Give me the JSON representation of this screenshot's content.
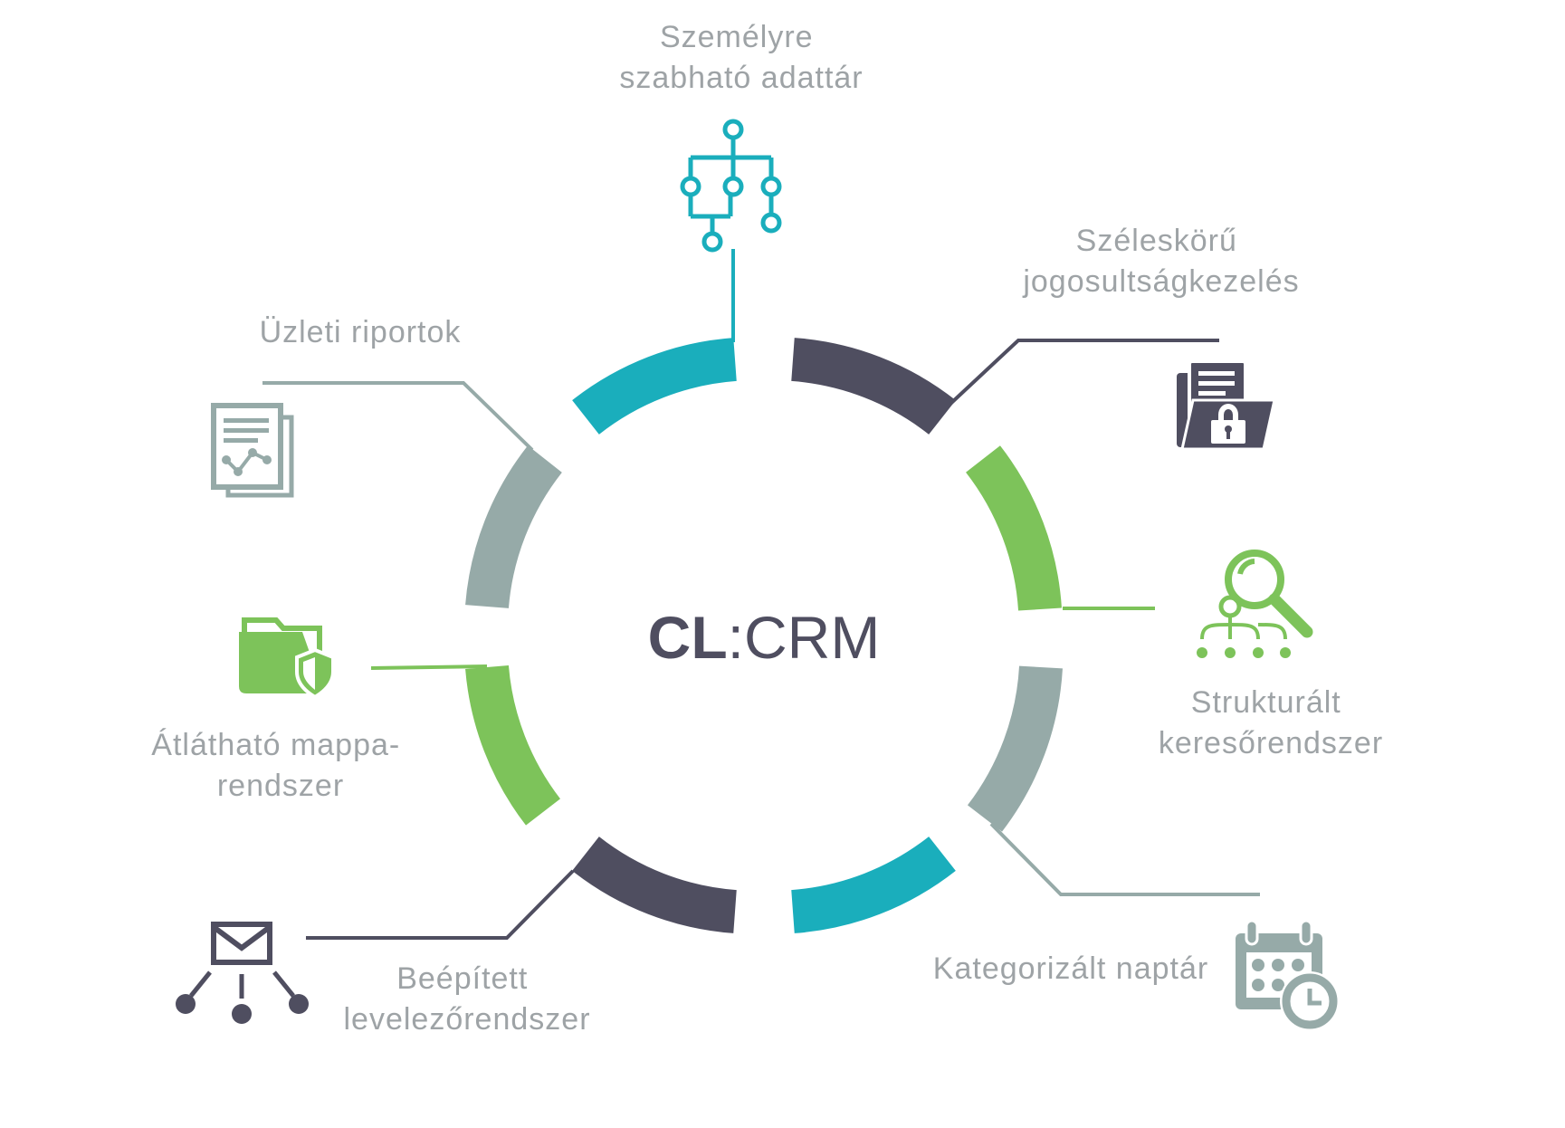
{
  "center": {
    "bold": "CL",
    "light": ":CRM"
  },
  "colors": {
    "teal": "#1aaebc",
    "dark": "#4f4e60",
    "green": "#7dc35a",
    "gray": "#96aaa8",
    "label": "#9ea3a6"
  },
  "features": [
    {
      "icon": "database-tree-icon",
      "lines": [
        "Személyre",
        "szabható adattár"
      ]
    },
    {
      "icon": "locked-folder-icon",
      "lines": [
        "Széleskörű",
        "jogosultságkezelés"
      ]
    },
    {
      "icon": "search-tree-icon",
      "lines": [
        "Strukturált",
        "keresőrendszer"
      ]
    },
    {
      "icon": "calendar-clock-icon",
      "lines": [
        "Kategorizált naptár"
      ]
    },
    {
      "icon": "mail-network-icon",
      "lines": [
        "Beépített",
        "levelezőrendszer"
      ]
    },
    {
      "icon": "shield-folder-icon",
      "lines": [
        "Átlátható mappa-",
        "rendszer"
      ]
    },
    {
      "icon": "report-chart-icon",
      "lines": [
        "Üzleti riportok"
      ]
    }
  ]
}
